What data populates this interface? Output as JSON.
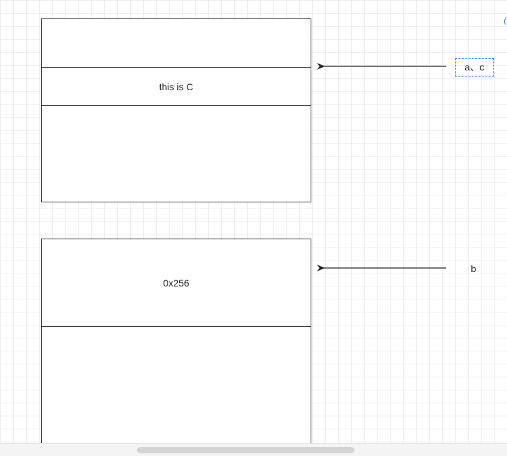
{
  "diagram": {
    "top_block": {
      "middle_label": "this is C"
    },
    "bottom_block": {
      "top_label": "0x256"
    },
    "pointer_labels": {
      "a_c": "a、c",
      "b": "b"
    },
    "colors": {
      "line": "#333333",
      "grid": "#ececec",
      "selection": "#4a90d9"
    }
  }
}
